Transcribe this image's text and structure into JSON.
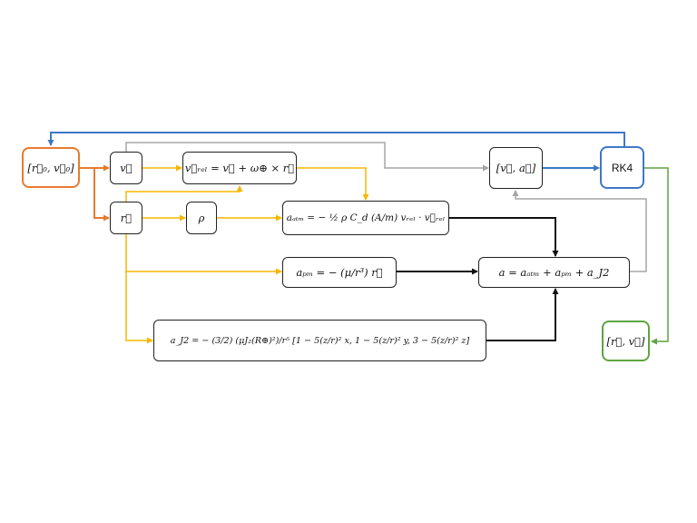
{
  "nodes": {
    "initial_state": "[r⃗₀, v⃗₀]",
    "velocity": "v⃗",
    "position": "r⃗",
    "relative_velocity": "v⃗ᵣₑₗ = v⃗ + ω⊕ × r⃗",
    "density": "ρ",
    "atm_accel": "aₐₜₘ = − ½ ρ C_d (A/m) vᵣₑₗ · v⃗ᵣₑₗ",
    "pm_accel": "aₚₘ = − (μ/r³) r⃗",
    "j2_accel": "a_J2 = − (3/2) (μJ₂(R⊕)²)/r⁵ [1 − 5(z/r)² x, 1 − 5(z/r)² y, 3 − 5(z/r)² z]",
    "total_accel": "a = aₐₜₘ + aₚₘ + a_J2",
    "derivative": "[v⃗, a⃗]",
    "integrator": "RK4",
    "output_state": "[r⃗, v⃗]"
  },
  "colors": {
    "orange": "#e87a30",
    "yellow": "#f5b800",
    "gray": "#a6a6a6",
    "blue": "#3e78c6",
    "green": "#5fa440",
    "black": "#111111"
  }
}
